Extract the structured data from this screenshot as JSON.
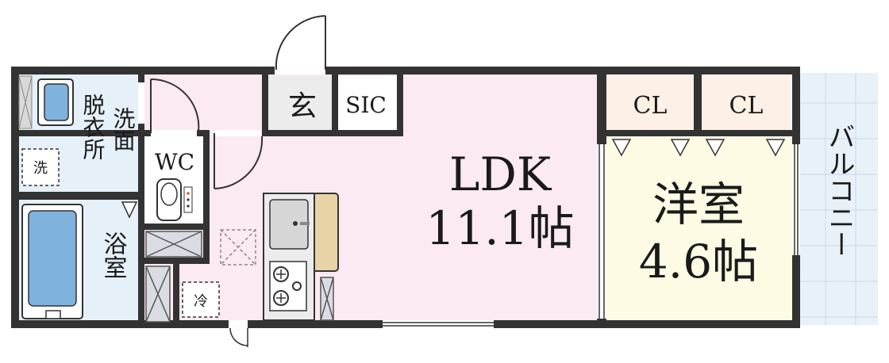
{
  "rooms": {
    "ldk": {
      "name": "LDK",
      "size": "11.1帖"
    },
    "western": {
      "name": "洋室",
      "size": "4.6帖"
    },
    "genkan": {
      "label": "玄"
    },
    "sic": {
      "label": "SIC"
    },
    "closet_left": {
      "label": "CL"
    },
    "closet_right": {
      "label": "CL"
    },
    "balcony": {
      "label": "バルコニー"
    },
    "wc": {
      "label": "WC"
    },
    "bath": {
      "label": "浴室"
    },
    "dressing": {
      "label": "脱衣所"
    },
    "washbasin": {
      "label": "洗面"
    },
    "washer": {
      "label": "洗"
    },
    "fridge": {
      "label": "冷"
    }
  },
  "colors": {
    "ldk": "#fceaf2",
    "western": "#fdfbe4",
    "closet": "#fdf0e6",
    "wet_area": "#e6f0f8",
    "balcony": "#e8f1f8",
    "wall": "#333333",
    "counter": "#e8d3a6",
    "bathtub": "#7fb2dd"
  }
}
